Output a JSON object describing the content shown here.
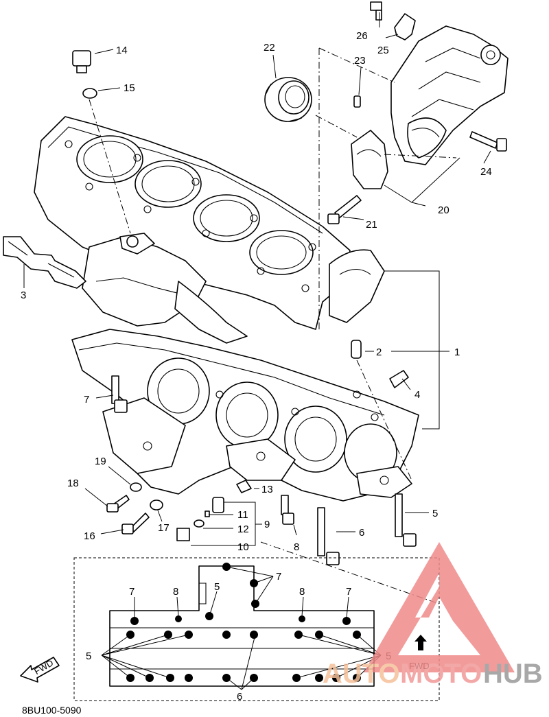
{
  "diagram": {
    "reference_code": "8BU100-5090",
    "fwd_label": "FWD",
    "callouts": [
      {
        "id": "c1",
        "text": "1"
      },
      {
        "id": "c2",
        "text": "2"
      },
      {
        "id": "c3",
        "text": "3"
      },
      {
        "id": "c4",
        "text": "4"
      },
      {
        "id": "c5a",
        "text": "5"
      },
      {
        "id": "c6a",
        "text": "6"
      },
      {
        "id": "c7a",
        "text": "7"
      },
      {
        "id": "c8a",
        "text": "8"
      },
      {
        "id": "c9",
        "text": "9"
      },
      {
        "id": "c10",
        "text": "10"
      },
      {
        "id": "c11",
        "text": "11"
      },
      {
        "id": "c12",
        "text": "12"
      },
      {
        "id": "c13",
        "text": "13"
      },
      {
        "id": "c14",
        "text": "14"
      },
      {
        "id": "c15",
        "text": "15"
      },
      {
        "id": "c16",
        "text": "16"
      },
      {
        "id": "c17",
        "text": "17"
      },
      {
        "id": "c18",
        "text": "18"
      },
      {
        "id": "c19",
        "text": "19"
      },
      {
        "id": "c20",
        "text": "20"
      },
      {
        "id": "c21",
        "text": "21"
      },
      {
        "id": "c22",
        "text": "22"
      },
      {
        "id": "c23",
        "text": "23"
      },
      {
        "id": "c24",
        "text": "24"
      },
      {
        "id": "c25",
        "text": "25"
      },
      {
        "id": "c26",
        "text": "26"
      }
    ],
    "inset_callouts": [
      {
        "id": "i7a",
        "text": "7"
      },
      {
        "id": "i8a",
        "text": "8"
      },
      {
        "id": "i5top",
        "text": "5"
      },
      {
        "id": "i7b",
        "text": "7"
      },
      {
        "id": "i8b",
        "text": "8"
      },
      {
        "id": "i7c",
        "text": "7"
      },
      {
        "id": "i5left",
        "text": "5"
      },
      {
        "id": "i5right",
        "text": "5"
      },
      {
        "id": "i6",
        "text": "6"
      }
    ]
  },
  "watermark": {
    "brand_part1": "AUTO",
    "brand_part2": "MOTO",
    "brand_part3": "HUB",
    "colors": {
      "triangle": "#f08a8a",
      "auto": "#f5c19b",
      "moto": "#f29a9a",
      "hub": "#9a9a9a"
    }
  }
}
